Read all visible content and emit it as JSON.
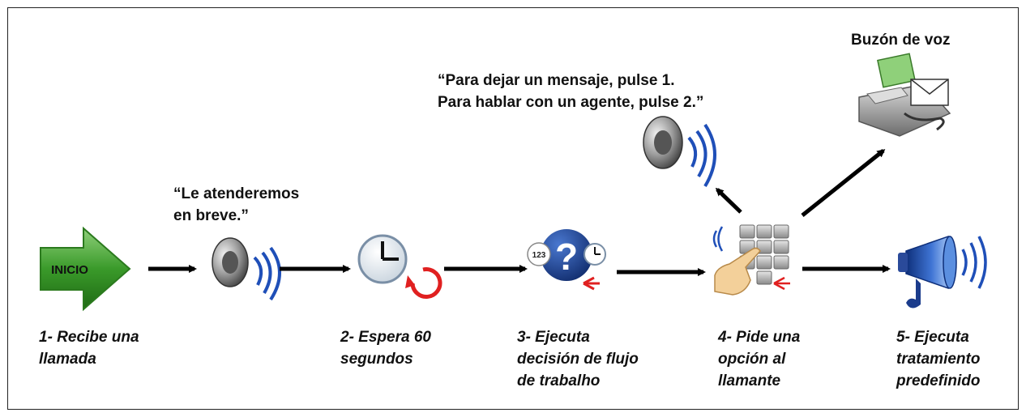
{
  "start_label": "INICIO",
  "quotes": {
    "wait_message": "“Le atenderemos\nen breve.”",
    "menu_message": "“Para dejar un mensaje, pulse 1.\nPara hablar con un agente, pulse 2.”"
  },
  "voicemail_label": "Buzón de voz",
  "steps": [
    {
      "label": "1- Recibe una\nllamada"
    },
    {
      "label": "2- Espera 60\nsegundos"
    },
    {
      "label": "3- Ejecuta\ndecisión de flujo\nde trabalho"
    },
    {
      "label": "4- Pide una\nopción al\nllamante"
    },
    {
      "label": "5- Ejecuta\ntratamiento\npredefinido"
    }
  ],
  "icons": {
    "start": "green-arrow-icon",
    "speaker": "speaker-icon",
    "clock": "clock-icon",
    "decision": "question-decision-icon",
    "keypad": "keypad-icon",
    "fax": "fax-voicemail-icon",
    "megaphone": "megaphone-icon"
  },
  "colors": {
    "arrow_green": "#3a9a2a",
    "wave_blue": "#1f4fb8",
    "decision_blue": "#1b3c8c",
    "refresh_red": "#e02020",
    "connector": "#000000"
  },
  "decision_badge": "123"
}
